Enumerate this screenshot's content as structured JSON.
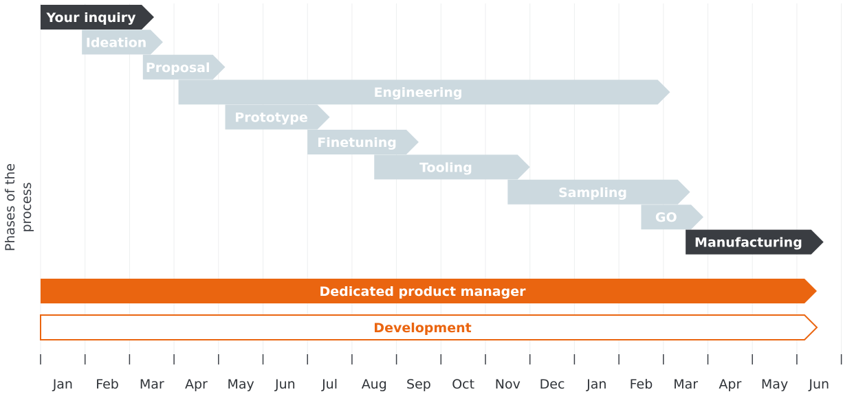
{
  "axis": {
    "ylabel": "Phases of the process",
    "months": [
      "Jan",
      "Feb",
      "Mar",
      "Apr",
      "May",
      "Jun",
      "Jul",
      "Aug",
      "Sep",
      "Oct",
      "Nov",
      "Dec",
      "Jan",
      "Feb",
      "Mar",
      "Apr",
      "May",
      "Jun"
    ]
  },
  "colors": {
    "dark": "#3a3d42",
    "light": "#ccd9df",
    "orange": "#ea6510",
    "gridline": "#eceeef",
    "axis": "#3c4047",
    "white": "#ffffff"
  },
  "phases": [
    {
      "label": "Your inquiry",
      "start": 0,
      "end": 2.55,
      "style": "dark"
    },
    {
      "label": "Ideation",
      "start": 0.93,
      "end": 2.75,
      "style": "light"
    },
    {
      "label": "Proposal",
      "start": 2.3,
      "end": 4.15,
      "style": "light"
    },
    {
      "label": "Engineering",
      "start": 3.1,
      "end": 14.15,
      "style": "light"
    },
    {
      "label": "Prototype",
      "start": 4.15,
      "end": 6.5,
      "style": "light"
    },
    {
      "label": "Finetuning",
      "start": 6.0,
      "end": 8.5,
      "style": "light"
    },
    {
      "label": "Tooling",
      "start": 7.5,
      "end": 11.0,
      "style": "light"
    },
    {
      "label": "Sampling",
      "start": 10.5,
      "end": 14.6,
      "style": "light"
    },
    {
      "label": "GO",
      "start": 13.5,
      "end": 14.9,
      "style": "light"
    },
    {
      "label": "Manufacturing",
      "start": 14.5,
      "end": 17.6,
      "style": "dark"
    }
  ],
  "tracks": [
    {
      "label": "Dedicated product manager",
      "start": 0,
      "end": 17.45,
      "style": "filled"
    },
    {
      "label": "Development",
      "start": 0,
      "end": 17.45,
      "style": "outline"
    }
  ]
}
